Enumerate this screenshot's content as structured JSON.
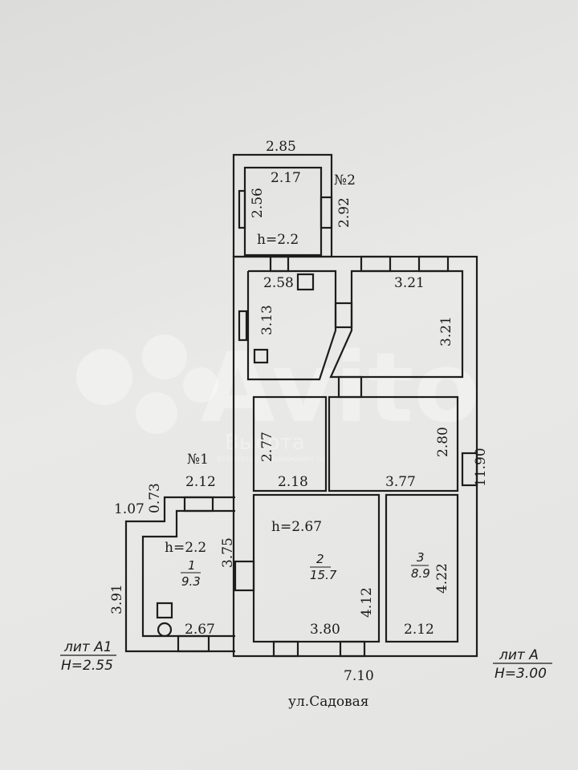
{
  "watermark": {
    "brand": "Avito",
    "agency": "Высота",
    "tagline": "агентство недвижимости"
  },
  "annex2": {
    "label": "№2",
    "outer_width": "2.85",
    "inner_width": "2.17",
    "inner_depth": "2.56",
    "outer_depth": "2.92",
    "height": "h=2.2"
  },
  "kitchen": {
    "width": "2.58",
    "depth": "3.13"
  },
  "room_ne": {
    "width": "3.21",
    "depth": "3.21"
  },
  "hall": {
    "depth": "2.77",
    "width": "2.18"
  },
  "room_mid": {
    "width": "3.77",
    "depth": "2.80"
  },
  "room2": {
    "height": "h=2.67",
    "number": "2",
    "area": "15.7",
    "depth": "4.12",
    "width": "3.80"
  },
  "room3": {
    "number": "3",
    "area": "8.9",
    "depth": "4.22",
    "width": "2.12"
  },
  "annex1": {
    "label": "№1",
    "width_top": "2.12",
    "step_depth": "0.73",
    "step_width": "1.07",
    "outer_depth": "3.91",
    "height": "h=2.2",
    "number": "1",
    "area": "9.3",
    "inner_depth": "3.75",
    "width_bottom": "2.67"
  },
  "building": {
    "total_depth": "11.90",
    "total_width": "7.10"
  },
  "lit_a1": {
    "name": "лит А1",
    "height": "H=2.55"
  },
  "lit_a": {
    "name": "лит А",
    "height": "H=3.00"
  },
  "street": "ул.Садовая"
}
